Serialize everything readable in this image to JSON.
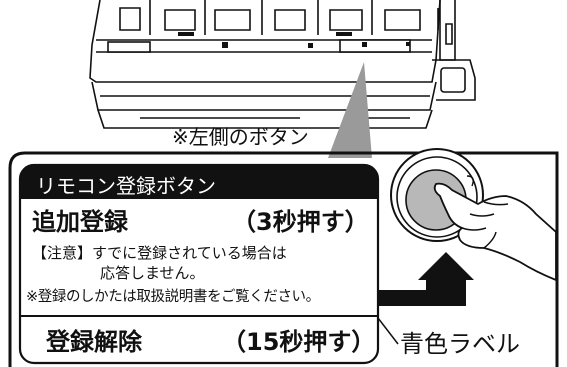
{
  "caption": {
    "left_button": "※左側のボタン"
  },
  "panel": {
    "title": "リモコン登録ボタン",
    "add": {
      "label": "追加登録",
      "duration": "（3秒押す）"
    },
    "note": {
      "line1": "【注意】すでに登録されている場合は",
      "line2": "応答しません。",
      "line3": "※登録のしかたは取扱説明書をご覧ください。"
    },
    "remove": {
      "label": "登録解除",
      "duration": "（15秒押す）"
    }
  },
  "callout": {
    "blue_label": "青色ラベル"
  },
  "icons": [
    "indoor-unit-illustration",
    "hand-pressing-button-icon",
    "arrow-up-icon"
  ],
  "colors": {
    "title_bar": "#111111",
    "callout_fill": "#9a9a9a",
    "button_fill": "#b8b8b8",
    "line": "#111111"
  }
}
